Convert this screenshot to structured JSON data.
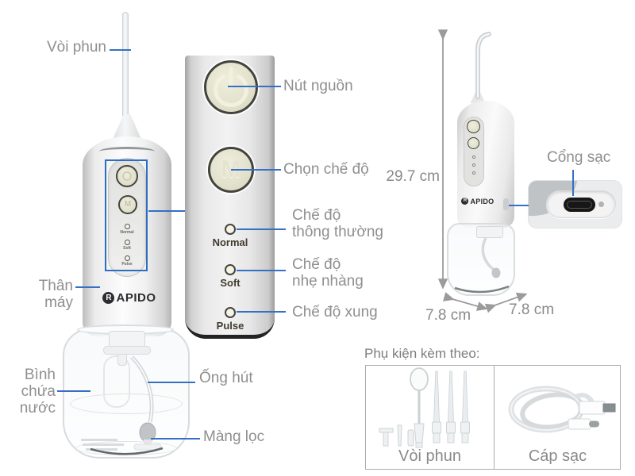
{
  "colors": {
    "accent_blue": "#3570c4",
    "label_grey": "#8f8f8f",
    "mode_text_dark": "#413a2f",
    "button_cream": "#e7e6d2",
    "panel_grey": "#e9e9e9"
  },
  "callouts": {
    "nozzle": "Vòi phun",
    "power_button": "Nút nguồn",
    "mode_button": "Chọn chế độ",
    "normal_line1": "Chế độ",
    "normal_line2": "thông thường",
    "soft_line1": "Chế độ",
    "soft_line2": "nhẹ nhàng",
    "pulse": "Chế độ xung",
    "body": "Thân máy",
    "tank_line1": "Bình",
    "tank_line2": "chứa",
    "tank_line3": "nước",
    "suction_tube": "Ống hút",
    "filter": "Màng lọc",
    "charge_port": "Cổng sạc"
  },
  "panel": {
    "m_label": "M",
    "power_icon": "power-symbol",
    "modes": [
      {
        "label": "Normal"
      },
      {
        "label": "Soft"
      },
      {
        "label": "Pulse"
      }
    ]
  },
  "brand": {
    "icon_letter": "R",
    "name": "APIDO"
  },
  "dimensions": {
    "height": "29.7 cm",
    "width": "7.8 cm",
    "depth": "7.8 cm"
  },
  "accessories": {
    "title": "Phụ kiện kèm theo:",
    "cells": [
      {
        "label": "Vòi phun"
      },
      {
        "label": "Cáp sạc"
      }
    ]
  }
}
